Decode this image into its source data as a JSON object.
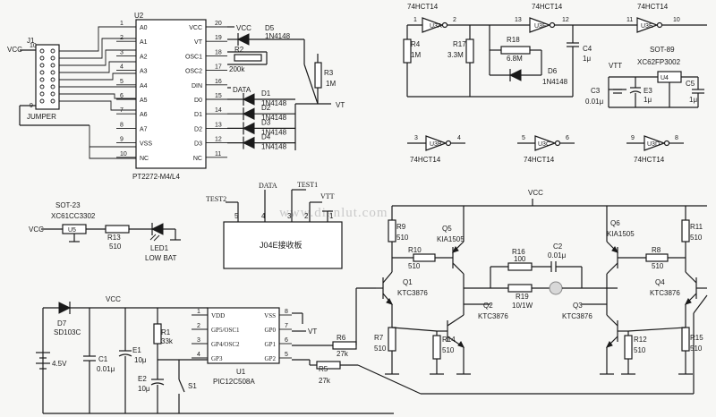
{
  "watermark": "www.dianlut.com",
  "power": {
    "vcc": "VCC",
    "vtt": "VTT",
    "vt": "VT"
  },
  "encoder": {
    "ref": "U2",
    "part": "PT2272-M4/L4",
    "left_pins": [
      {
        "num": "1",
        "name": "A0"
      },
      {
        "num": "2",
        "name": "A1"
      },
      {
        "num": "3",
        "name": "A2"
      },
      {
        "num": "4",
        "name": "A3"
      },
      {
        "num": "5",
        "name": "A4"
      },
      {
        "num": "6",
        "name": "A5"
      },
      {
        "num": "7",
        "name": "A6"
      },
      {
        "num": "8",
        "name": "A7"
      },
      {
        "num": "9",
        "name": "VSS"
      },
      {
        "num": "10",
        "name": "NC"
      }
    ],
    "right_pins": [
      {
        "num": "20",
        "name": "VCC"
      },
      {
        "num": "19",
        "name": "VT"
      },
      {
        "num": "18",
        "name": "OSC1"
      },
      {
        "num": "17",
        "name": "OSC2"
      },
      {
        "num": "16",
        "name": "DIN"
      },
      {
        "num": "15",
        "name": "D0"
      },
      {
        "num": "14",
        "name": "D1"
      },
      {
        "num": "13",
        "name": "D2"
      },
      {
        "num": "12",
        "name": "D3"
      },
      {
        "num": "11",
        "name": "NC"
      }
    ]
  },
  "jumper": {
    "ref": "J1",
    "label": "JUMPER",
    "pin_top": "10",
    "pin_bottom": "9"
  },
  "d5": {
    "ref": "D5",
    "part": "1N4148"
  },
  "r2": {
    "ref": "R2",
    "value": "200k"
  },
  "r3": {
    "ref": "R3",
    "value": "1M"
  },
  "data_label": "DATA",
  "diodes": [
    {
      "ref": "D1",
      "part": "1N4148"
    },
    {
      "ref": "D2",
      "part": "1N4148"
    },
    {
      "ref": "D3",
      "part": "1N4148"
    },
    {
      "ref": "D4",
      "part": "1N4148"
    }
  ],
  "gates": {
    "chip": "74HCT14",
    "u3a": {
      "ref": "U3A",
      "pin_in": "1",
      "pin_out": "2"
    },
    "u3f": {
      "ref": "U3F",
      "pin_in": "13",
      "pin_out": "12"
    },
    "u3e": {
      "ref": "U3E",
      "pin_in": "11",
      "pin_out": "10"
    },
    "u3b": {
      "ref": "U3B",
      "pin_in": "3",
      "pin_out": "4"
    },
    "u3c": {
      "ref": "U3C",
      "pin_in": "5",
      "pin_out": "6"
    },
    "u3d": {
      "ref": "U3D",
      "pin_in": "9",
      "pin_out": "8"
    }
  },
  "osc": {
    "r4": {
      "ref": "R4",
      "value": "1M"
    },
    "r17": {
      "ref": "R17",
      "value": "3.3M"
    },
    "r18": {
      "ref": "R18",
      "value": "6.8M"
    },
    "d6": {
      "ref": "D6",
      "part": "1N4148"
    },
    "c4": {
      "ref": "C4",
      "value": "1μ"
    }
  },
  "reg": {
    "package": "SOT-89",
    "part": "XC62FP3002",
    "ref": "U4",
    "c3": {
      "ref": "C3",
      "value": "0.01μ"
    },
    "e3": {
      "ref": "E3",
      "value": "1μ"
    },
    "c5": {
      "ref": "C5",
      "value": "1μ"
    }
  },
  "detector": {
    "package": "SOT-23",
    "part": "XC61CC3302",
    "ref": "U5",
    "r13": {
      "ref": "R13",
      "value": "510"
    },
    "led": {
      "ref": "LED1",
      "label": "LOW BAT"
    }
  },
  "receiver": {
    "label": "J04E接收板",
    "pin5": "5",
    "pin4": "4",
    "pin3": "3",
    "pin2": "2",
    "pin1": "1",
    "data": "DATA",
    "test1": "TEST1",
    "test2": "TEST2",
    "vtt": "VTT"
  },
  "mcu": {
    "ref": "U1",
    "part": "PIC12C508A",
    "left_pins": [
      {
        "num": "1",
        "name": "VDD"
      },
      {
        "num": "2",
        "name": "GP5/OSC1"
      },
      {
        "num": "3",
        "name": "GP4/OSC2"
      },
      {
        "num": "4",
        "name": "GP3"
      }
    ],
    "right_pins": [
      {
        "num": "8",
        "name": "VSS"
      },
      {
        "num": "7",
        "name": "GP0"
      },
      {
        "num": "6",
        "name": "GP1"
      },
      {
        "num": "5",
        "name": "GP2"
      }
    ]
  },
  "supply": {
    "d7": {
      "ref": "D7",
      "part": "SD103C"
    },
    "battery": "4.5V",
    "c1": {
      "ref": "C1",
      "value": "0.01μ"
    },
    "e1": {
      "ref": "E1",
      "value": "10μ"
    },
    "r1": {
      "ref": "R1",
      "value": "33k"
    },
    "e2": {
      "ref": "E2",
      "value": "10μ"
    },
    "s1": {
      "ref": "S1"
    }
  },
  "bridge": {
    "r6": {
      "ref": "R6",
      "value": "27k"
    },
    "r5": {
      "ref": "R5",
      "value": "27k"
    },
    "r9": {
      "ref": "R9",
      "value": "510"
    },
    "r10": {
      "ref": "R10",
      "value": "510"
    },
    "q1": {
      "ref": "Q1",
      "part": "KTC3876"
    },
    "q5": {
      "ref": "Q5",
      "part": "KIA1505"
    },
    "r7": {
      "ref": "R7",
      "value": "510"
    },
    "r14": {
      "ref": "R14",
      "value": "510"
    },
    "q2": {
      "ref": "Q2",
      "part": "KTC3876"
    },
    "r16": {
      "ref": "R16",
      "value": "100"
    },
    "c2": {
      "ref": "C2",
      "value": "0.01μ"
    },
    "r19": {
      "ref": "R19",
      "value": "10/1W"
    },
    "q3": {
      "ref": "Q3",
      "part": "KTC3876"
    },
    "q6": {
      "ref": "Q6",
      "part": "KIA1505"
    },
    "r11": {
      "ref": "R11",
      "value": "510"
    },
    "r8": {
      "ref": "R8",
      "value": "510"
    },
    "q4": {
      "ref": "Q4",
      "part": "KTC3876"
    },
    "r12": {
      "ref": "R12",
      "value": "510"
    },
    "r15": {
      "ref": "R15",
      "value": "510"
    }
  }
}
